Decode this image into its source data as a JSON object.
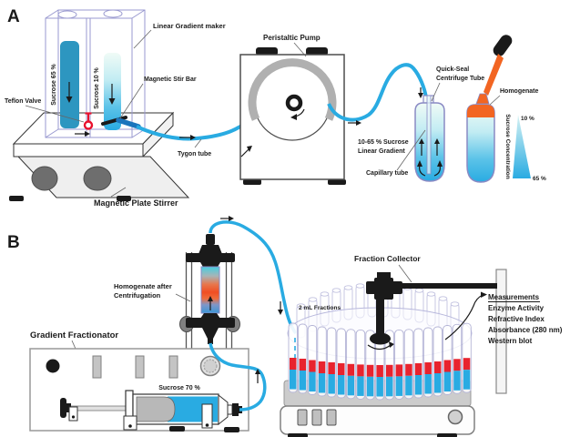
{
  "figure": {
    "panel_a": "A",
    "panel_b": "B"
  },
  "panel_a": {
    "linear_gradient_maker": "Linear Gradient maker",
    "sucrose_65": "Sucrose 65 %",
    "sucrose_10": "Sucrose 10 %",
    "magnetic_stir_bar": "Magnetic Stir Bar",
    "teflon_valve": "Teflon Valve",
    "tygon_tube": "Tygon tube",
    "magnetic_plate_stirrer": "Magnetic Plate Stirrer",
    "peristaltic_pump": "Peristaltic Pump",
    "quick_seal_line1": "Quick-Seal",
    "quick_seal_line2": "Centrifuge Tube",
    "gradient_line1": "10-65 % Sucrose",
    "gradient_line2": "Linear Gradient",
    "capillary_tube": "Capillary tube",
    "homogenate": "Homogenate",
    "sucrose_concentration": "Sucrose Concentration",
    "pct_10": "10 %",
    "pct_65": "65 %"
  },
  "panel_b": {
    "homogenate_after_line1": "Homogenate after",
    "homogenate_after_line2": "Centrifugation",
    "gradient_fractionator": "Gradient Fractionator",
    "sucrose_70": "Sucrose 70 %",
    "fraction_collector": "Fraction Collector",
    "two_ml_fractions": "2 mL Fractions",
    "measurements_title": "Measurements",
    "measurement_1": "Enzyme Activity",
    "measurement_2": "Refractive Index",
    "measurement_3": "Absorbance (280 nm)",
    "measurement_4": "Western blot"
  },
  "colors": {
    "tube_blue": "#29abe2",
    "sucrose_dense_blue": "#2d96c0",
    "homogenate_orange": "#f26522",
    "fraction_red": "#e8232e",
    "valve_red": "#e8112d",
    "outline_purple": "#8a8ac4"
  }
}
